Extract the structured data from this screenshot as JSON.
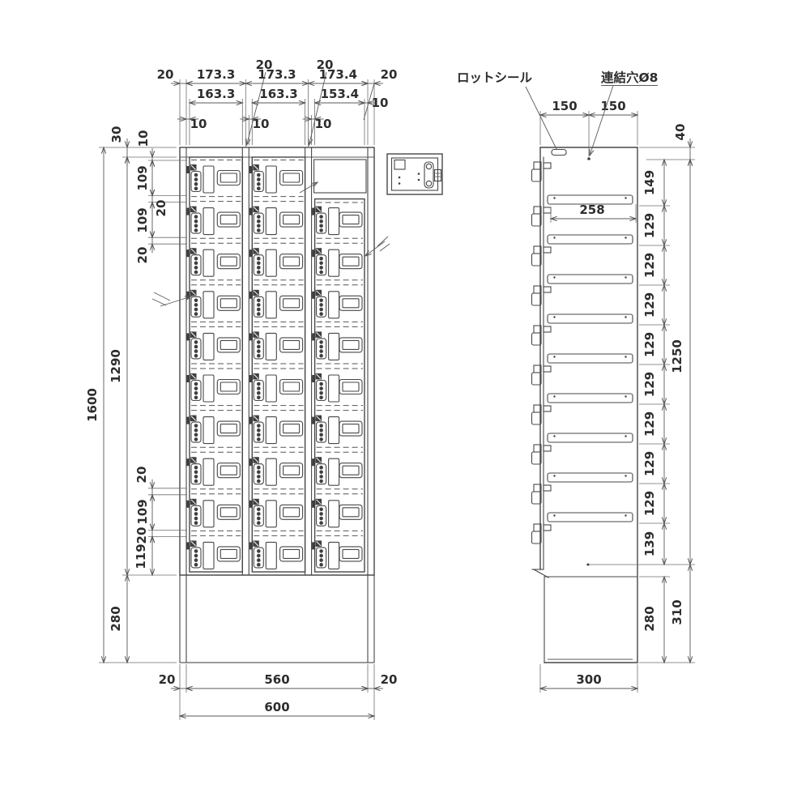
{
  "drawing": {
    "title": "coin locker technical drawing, front and side elevations",
    "front_view": {
      "leader_dims_top": [
        "20",
        "20"
      ],
      "width_chain": [
        "20",
        "173.3",
        "173.3",
        "173.4",
        "20"
      ],
      "door_chain": [
        "163.3",
        "163.3",
        "153.4",
        "10"
      ],
      "door_offset_dims": [
        "10",
        "10",
        "10"
      ],
      "row_dims_top": [
        "30",
        "10",
        "109",
        "20",
        "109",
        "20"
      ],
      "row_dims_bottom": [
        "20",
        "109",
        "20",
        "119"
      ],
      "height_overall": "1600",
      "locker_stack_height": "1290",
      "base_height": "280",
      "bottom_chain": [
        "20",
        "560",
        "20"
      ],
      "width_overall": "600",
      "rows": 10,
      "columns": 3
    },
    "side_view": {
      "lot_seal_label": "ロットシール",
      "link_hole_label": "連結穴Ø8",
      "depth_chain_top": [
        "150",
        "150"
      ],
      "top_margin": "40",
      "shelf_chain": [
        "149",
        "129",
        "129",
        "129",
        "129",
        "129",
        "129",
        "129",
        "129",
        "139"
      ],
      "shelf_stack_height": "1250",
      "base_height": "280",
      "base_height_outer": "310",
      "shelf_depth": "258",
      "depth_overall": "300",
      "shelves": 9
    }
  }
}
